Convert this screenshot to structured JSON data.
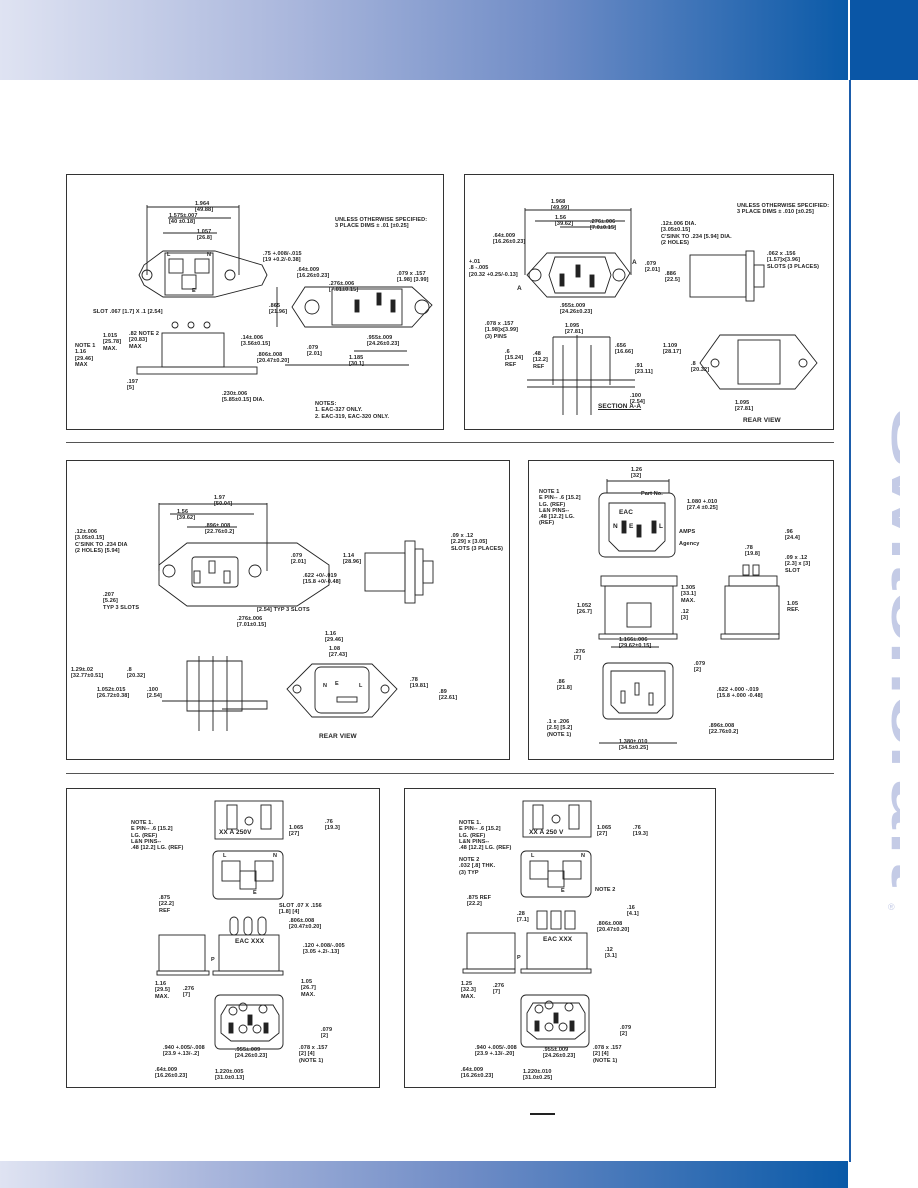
{
  "brand": {
    "logo_text": "Switchcraft",
    "registered": "®",
    "primary_color": "#0a56a6",
    "logo_color": "#c4cbe6"
  },
  "panels": {
    "p1": {
      "labels": [
        "UNLESS OTHERWISE SPECIFIED:\n3 PLACE DIMS ± .01 [±0.25]",
        "1.964\n[49.88]",
        "1.575±.007\n[40 ±0.18]",
        "1.057\n[26.8]",
        ".75 +.008/-.015\n[19 +0.2/-0.38]",
        ".64±.009\n[16.26±0.23]",
        ".276±.006\n[7.01±0.15]",
        ".079 x .157\n[1.98]  [3.99]",
        ".865\n[21.96]",
        "SLOT .067 [1.7] X .1 [2.54]",
        "NOTE 1\n1.16\n[29.46]\nMAX",
        "1.015\n[25.78]\nMAX.",
        ".82  NOTE 2\n[20.83]\nMAX",
        ".14±.006\n[3.56±0.15]",
        ".806±.008\n[20.47±0.20]",
        ".079\n[2.01]",
        ".955±.009\n[24.26±0.23]",
        "1.185\n[30.1]",
        ".197\n[5]",
        ".230±.006\n[5.85±0.15] DIA.",
        "NOTES:\n1. EAC-327 ONLY.\n2. EAC-319, EAC-320 ONLY.",
        "L",
        "N",
        "E"
      ]
    },
    "p2": {
      "labels": [
        "1.968\n[49.99]",
        "1.56\n[39.62]",
        ".276±.006\n[7.0±0.15]",
        ".12±.006 DIA.\n[3.05±0.15]\nC'SINK TO .234 [5.94] DIA.\n(2 HOLES)",
        ".64±.009\n[16.26±0.23]",
        "UNLESS OTHERWISE SPECIFIED:\n3 PLACE DIMS ± .010 [±0.25]",
        ".079\n[2.01]",
        ".886\n[22.5]",
        "+.01\n.8 -.005\n[20.32 +0.25/-0.13]",
        ".955±.009\n[24.26±0.23]",
        ".062 x .156\n[1.57]x[3.96]\nSLOTS (3 PLACES)",
        ".078 x .157\n[1.98]x[3.99]\n(3) PINS",
        "1.095\n[27.81]",
        ".6\n[15.24]\nREF",
        ".48\n[12.2]\nREF",
        ".656\n[16.66]",
        ".91\n[23.11]",
        "1.109\n[28.17]",
        ".100\n[2.54]",
        "SECTION A-A",
        ".8\n[20.32]",
        "1.095\n[27.81]",
        "REAR VIEW",
        "A",
        "A"
      ]
    },
    "p3": {
      "labels": [
        "1.97\n[50.04]",
        "1.56\n[39.62]",
        ".896±.008\n[22.76±0.2]",
        ".12±.006\n[3.05±0.15]\nC'SINK TO .234 DIA\n(2 HOLES) [5.94]",
        ".079\n[2.01]",
        ".622 +0/-.019\n[15.8 +0/-0.48]",
        "1.14\n[28.96]",
        ".09 x .12\n[2.29] x [3.05]\nSLOTS (3 PLACES)",
        ".207\n[5.26]\nTYP 3 SLOTS",
        "[2.54] TYP 3 SLOTS",
        ".276±.006\n[7.01±0.15]",
        "1.16\n[29.46]",
        "1.08\n[27.43]",
        "1.29±.02\n[32.77±0.51]",
        ".8\n[20.32]",
        "1.052±.015\n[26.72±0.38]",
        ".100\n[2.54]",
        ".78\n[19.81]",
        ".89\n[22.61]",
        "REAR VIEW",
        "N",
        "E",
        "L"
      ]
    },
    "p4": {
      "labels": [
        "1.26\n[32]",
        "NOTE 1\nE PIN-- .6 [15.2]\nLG. (REF)\nL&N PINS--\n.48 [12.2] LG.\n(REF)",
        "Part No.",
        "EAC",
        "AMPS",
        "Agency",
        "1.080 +.010\n[27.4 ±0.25]",
        ".96\n[24.4]",
        ".78\n[19.8]",
        ".09 x .12\n[2.3] x [3]\nSLOT",
        "1.305\n[33.1]\nMAX.",
        ".12\n[3]",
        "1.052\n[26.7]",
        "1.05\nREF.",
        "1.166±.006\n[29.62±0.15]",
        ".276\n[7]",
        ".079\n[2]",
        ".86\n[21.8]",
        ".622 +.000 -.019\n[15.8 +.000 -0.48]",
        ".1 x .206\n[2.5] [5.2]\n(NOTE 1)",
        ".896±.008\n[22.76±0.2]",
        "1.380±.010\n[34.5±0.25]",
        "N",
        "E",
        "L"
      ]
    },
    "p5": {
      "labels": [
        "NOTE 1.\nE PIN-- .6 [15.2]\nLG. (REF)\nL&N PINS--\n.48 [12.2] LG. (REF)",
        "XX A 250V",
        "1.065\n[27]",
        ".76\n[19.3]",
        ".875\n[22.2]\nREF",
        "SLOT .07 X .156\n[1.8]  [4]",
        ".806±.008\n[20.47±0.20]",
        ".120 +.008/-.005\n[3.05 +.2/-.13]",
        "1.16\n[29.5]\nMAX.",
        ".276\n[7]",
        "1.05\n[26.7]\nMAX.",
        ".079\n[2]",
        ".940 +.005/-.008\n[23.9 +.13/-.2]",
        ".955±.009\n[24.26±0.23]",
        ".078 x .157\n[2]   [4]\n(NOTE 1)",
        ".64±.009\n[16.26±0.23]",
        "1.220±.005\n[31.0±0.13]",
        "EAC XXX",
        "L",
        "N",
        "E",
        "P"
      ]
    },
    "p6": {
      "labels": [
        "NOTE 1.\nE PIN-- .6 [15.2]\nLG. (REF)\nL&N PINS--\n.48 [12.2] LG. (REF)",
        "NOTE 2\n.032 [.8] THK.\n(3) TYP",
        "XX A 250 V",
        "1.065\n[27]",
        ".76\n[19.3]",
        "NOTE 2",
        ".875 REF\n[22.2]",
        ".28\n[7.1]",
        ".16\n[4.1]",
        ".806±.008\n[20.47±0.20]",
        ".12\n[3.1]",
        "1.25\n[32.3]\nMAX.",
        ".276\n[7]",
        ".079\n[2]",
        ".940 +.005/-.008\n[23.9 +.13/-.20]",
        ".955±.009\n[24.26±0.23]",
        ".078 x .157\n[2]   [4]\n(NOTE 1)",
        ".64±.009\n[16.26±0.23]",
        "1.220±.010\n[31.0±0.25]",
        "EAC XXX",
        "L",
        "N",
        "E",
        "P"
      ]
    }
  }
}
